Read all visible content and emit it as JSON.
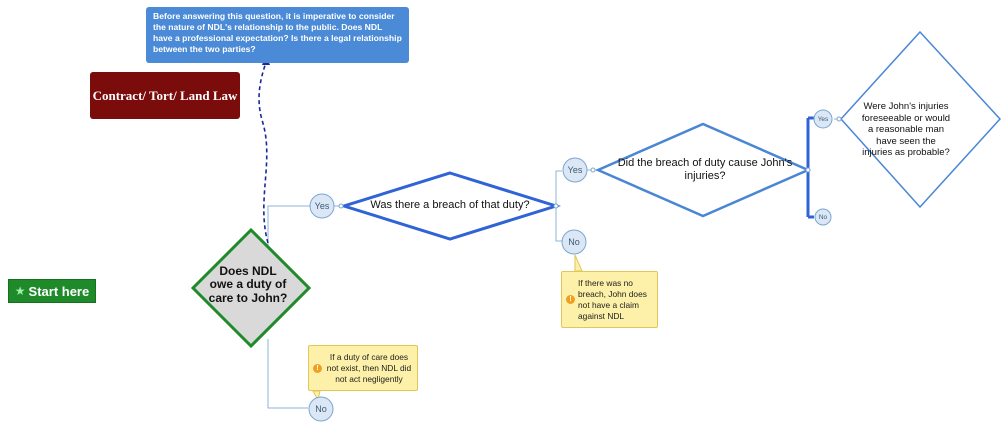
{
  "start": {
    "label": "Start here",
    "icon": "star-icon"
  },
  "topic": {
    "label": "Contract/ Tort/ Land Law"
  },
  "notes": {
    "relationship": "Before answering this question, it is imperative to consider the nature of NDL's relationship to the public. Does NDL have a professional expectation? Is there a legal relationship between the two parties?",
    "no_duty": "If a duty of care does not exist, then NDL did not act negligently",
    "no_breach": "If there was no breach, John does not have a claim against NDL"
  },
  "questions": {
    "duty": "Does NDL owe a duty of care to John?",
    "breach": "Was there a breach of that duty?",
    "causation": "Did the breach of duty cause John's injuries?",
    "foreseeable": "Were John's injuries foreseeable or would a reasonable man have seen the injuries as probable?"
  },
  "answers": {
    "duty_yes": "Yes",
    "duty_no": "No",
    "breach_yes": "Yes",
    "breach_no": "No",
    "cause_yes": "Yes",
    "cause_no": "No"
  },
  "colors": {
    "start_green": "#1e8a2a",
    "topic_red": "#7a0c0c",
    "note_blue": "#4a8ad6",
    "note_yellow": "#fdf0a8",
    "diamond_green": "#1e8a2a",
    "diamond_blue": "#2f63d6",
    "node_fill": "#dbe7f5"
  }
}
